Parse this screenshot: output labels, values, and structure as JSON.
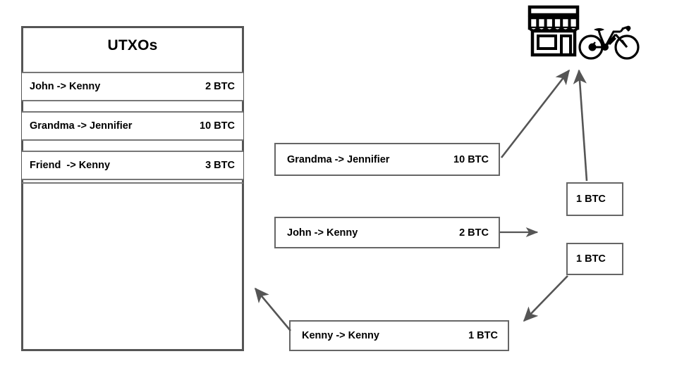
{
  "utxo_panel": {
    "title": "UTXOs",
    "rows": [
      {
        "who": "John -> Kenny",
        "amount": "2 BTC"
      },
      {
        "who": "Grandma -> Jennifier",
        "amount": "10 BTC"
      },
      {
        "who": "Friend  -> Kenny",
        "amount": "3 BTC"
      }
    ]
  },
  "transactions": [
    {
      "who": "Grandma -> Jennifier",
      "amount": "10 BTC"
    },
    {
      "who": "John -> Kenny",
      "amount": "2 BTC"
    },
    {
      "who": "Kenny -> Kenny",
      "amount": "1 BTC"
    }
  ],
  "outputs": [
    {
      "amount": "1 BTC"
    },
    {
      "amount": "1 BTC"
    }
  ],
  "icons": [
    {
      "name": "store-icon"
    },
    {
      "name": "bicycle-icon"
    }
  ],
  "colors": {
    "panel_border": "#555555",
    "row_border": "#777777",
    "box_border": "#666666",
    "arrow": "#555555",
    "text": "#000000",
    "background": "#ffffff"
  }
}
